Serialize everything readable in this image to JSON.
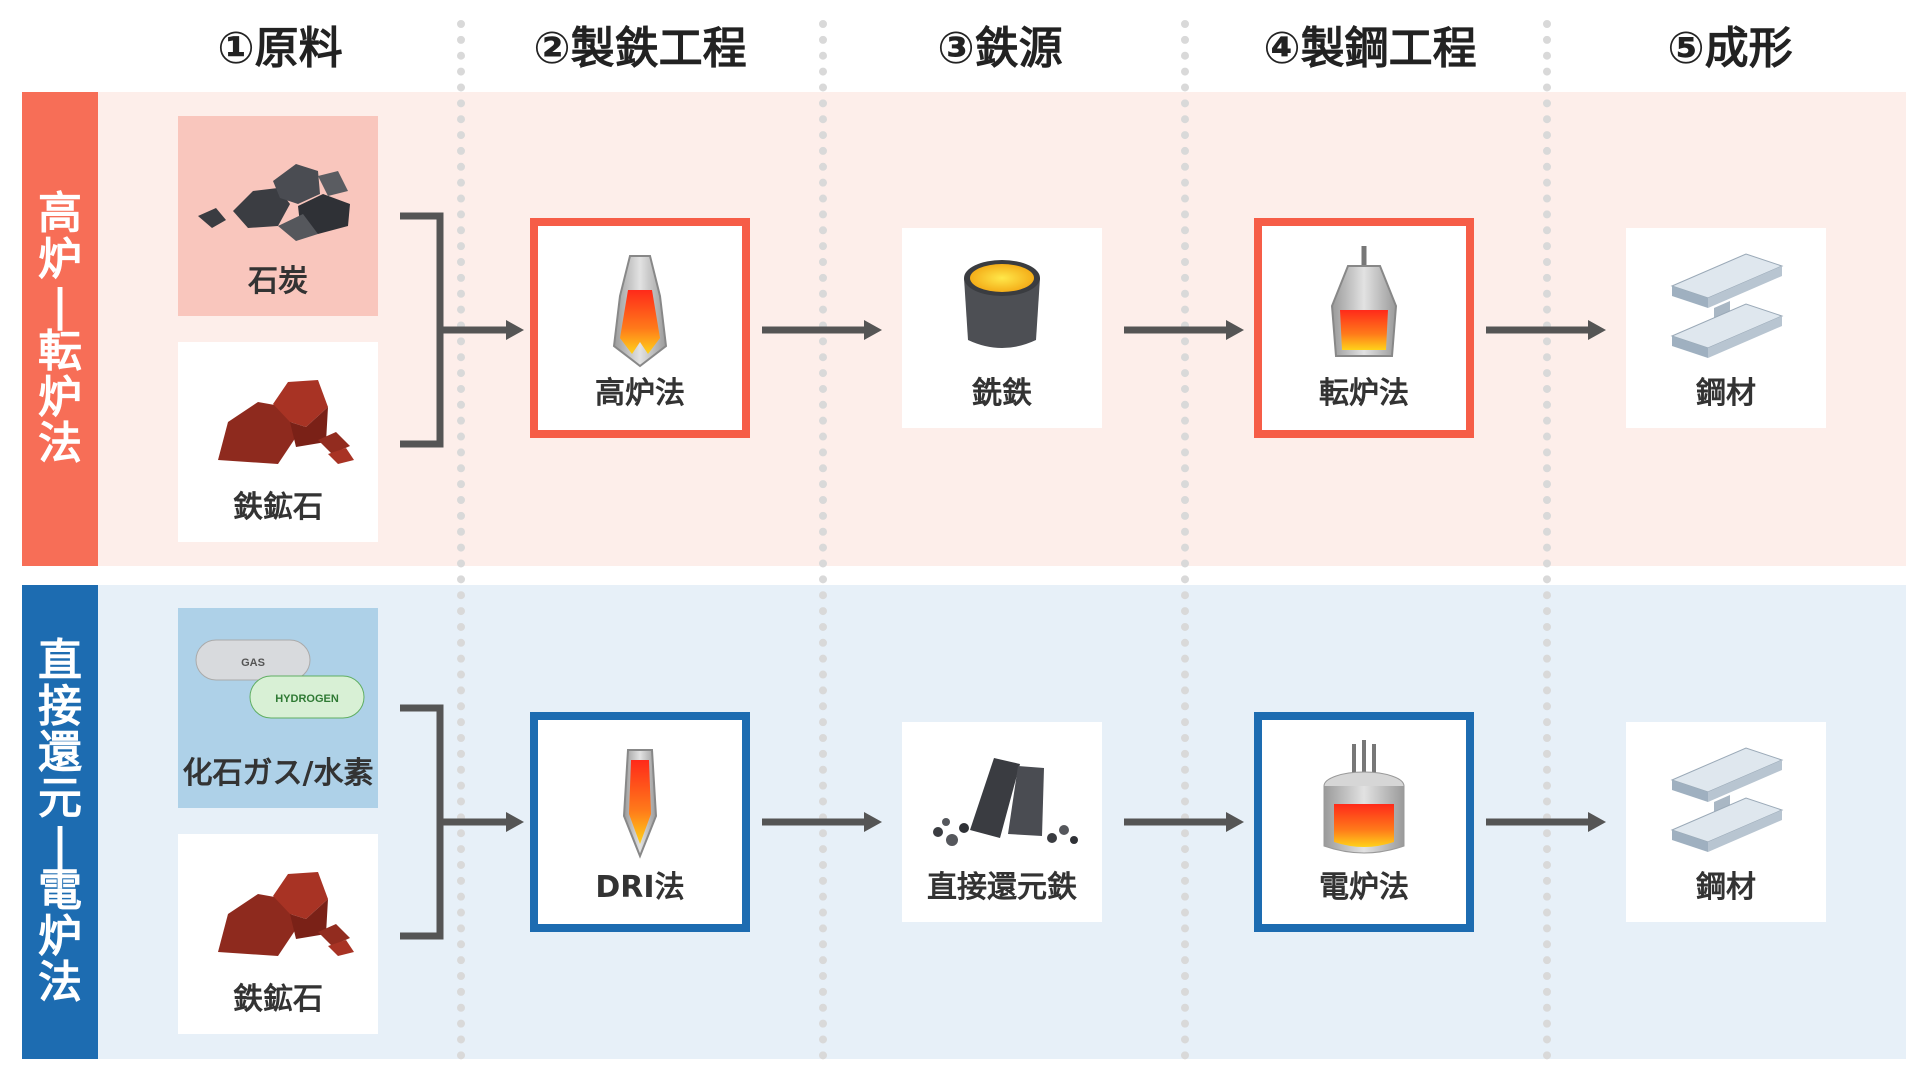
{
  "columns": [
    "①原料",
    "②製鉄工程",
    "③鉄源",
    "④製鋼工程",
    "⑤成形"
  ],
  "rows": {
    "top": {
      "title_chars": [
        "高",
        "炉",
        "|",
        "転",
        "炉",
        "法"
      ],
      "materials": [
        {
          "label": "石炭",
          "icon": "coal-icon"
        },
        {
          "label": "鉄鉱石",
          "icon": "iron-ore-icon"
        }
      ],
      "ironmaking": {
        "label": "高炉法",
        "icon": "blast-furnace-icon"
      },
      "iron_source": {
        "label": "銑鉄",
        "icon": "molten-pig-iron-icon"
      },
      "steelmaking": {
        "label": "転炉法",
        "icon": "converter-icon"
      },
      "product": {
        "label": "鋼材",
        "icon": "steel-beam-icon"
      }
    },
    "bottom": {
      "title_chars": [
        "直",
        "接",
        "還",
        "元",
        "|",
        "電",
        "炉",
        "法"
      ],
      "materials": [
        {
          "label": "化石ガス/水素",
          "icon": "gas-tanks-icon"
        },
        {
          "label": "鉄鉱石",
          "icon": "iron-ore-icon"
        }
      ],
      "ironmaking": {
        "label": "DRI法",
        "icon": "shaft-furnace-icon"
      },
      "iron_source": {
        "label": "直接還元鉄",
        "icon": "reduced-iron-icon"
      },
      "steelmaking": {
        "label": "電炉法",
        "icon": "electric-arc-furnace-icon"
      },
      "product": {
        "label": "鋼材",
        "icon": "steel-beam-icon"
      }
    }
  },
  "tank_labels": {
    "gas": "GAS",
    "hydrogen": "HYDROGEN"
  },
  "colors": {
    "top_accent": "#f76e57",
    "bottom_accent": "#1d6cb1",
    "top_band": "#fdeeea",
    "bottom_band": "#e7f0f8",
    "arrow": "#555555"
  }
}
